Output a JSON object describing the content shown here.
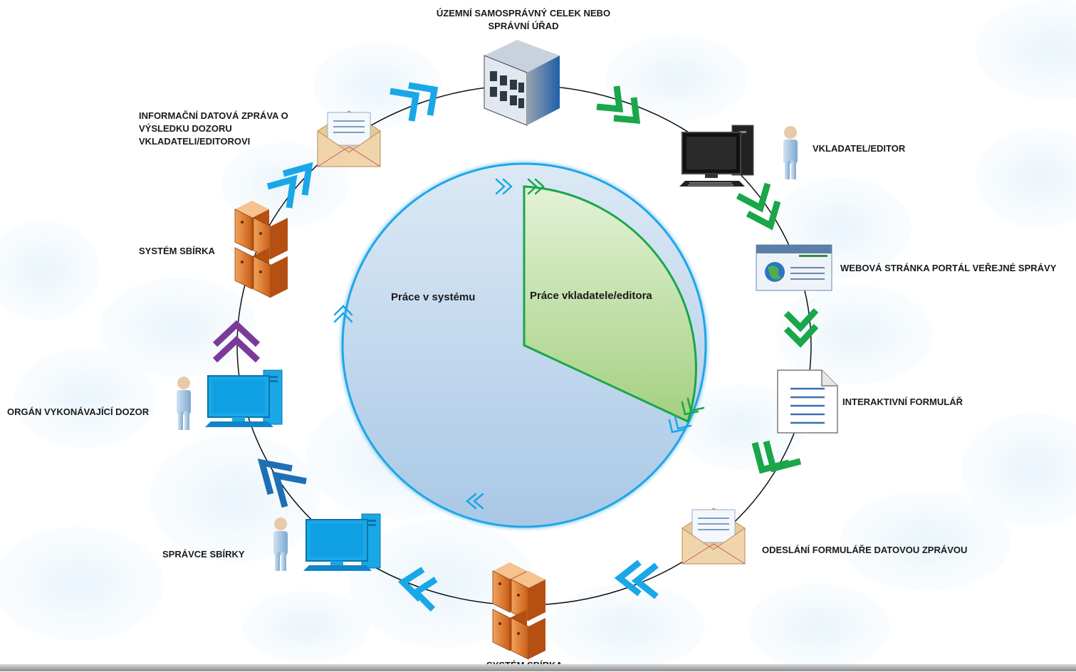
{
  "labels": {
    "authority": "ÚZEMNÍ SAMOSPRÁVNÝ CELEK NEBO\nSPRÁVNÍ ÚŘAD",
    "submitter": "VKLADATEL/EDITOR",
    "portal": "WEBOVÁ STRÁNKA PORTÁL VEŘEJNÉ SPRÁVY",
    "form": "INTERAKTIVNÍ FORMULÁŘ",
    "sending": "ODESLÁNÍ FORMULÁŘE DATOVOU ZPRÁVOU",
    "system_bottom": "SYSTÉM SBÍRKA",
    "collection_admin": "SPRÁVCE SBÍRKY",
    "supervisor": "ORGÁN VYKONÁVAJÍCÍ DOZOR",
    "system_left": "SYSTÉM SBÍRKA",
    "result_message": "INFORMAČNÍ DATOVÁ ZPRÁVA O\nVÝSLEDKU DOZORU\nVKLADATELI/EDITOROVI"
  },
  "sectors": {
    "system_work": "Práce v systému",
    "editor_work": "Práce vkladatele/editora"
  },
  "colors": {
    "system_blue": "#1aa7e8",
    "editor_green": "#1aa64a",
    "admin_blue": "#1f6fb5",
    "supervisor_purple": "#7b3a9a",
    "system_fill": "#bed5ea",
    "editor_fill": "#b6da9b"
  },
  "icons": {
    "authority": "office-building-icon",
    "submitter": "desktop-computer-icon",
    "portal": "web-browser-icon",
    "form": "document-icon",
    "sending": "envelope-icon",
    "system": "server-rack-icon",
    "admin": "desktop-computer-icon",
    "person": "person-icon"
  }
}
